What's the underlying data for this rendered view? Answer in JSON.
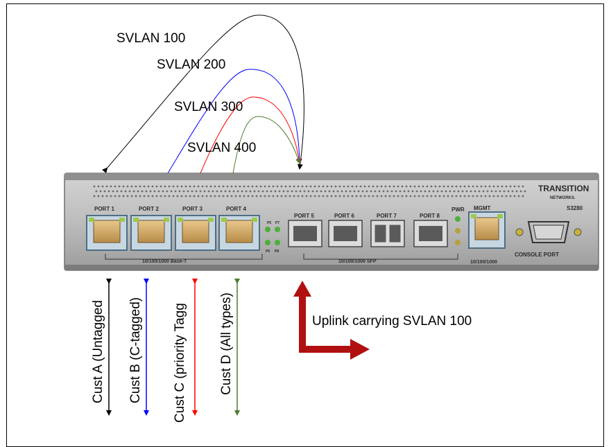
{
  "svlan_labels": [
    "SVLAN 100",
    "SVLAN 200",
    "SVLAN 300",
    "SVLAN 400"
  ],
  "device": {
    "brand": "TRANSITION",
    "brand_sub": "NETWORKS.",
    "model": "S3280",
    "ports": [
      "PORT 1",
      "PORT 2",
      "PORT 3",
      "PORT 4",
      "PORT 5",
      "PORT 6",
      "PORT 7",
      "PORT 8"
    ],
    "mgmt_label": "MGMT",
    "pwr_label": "PWR",
    "copper_group_label": "10/100/1000 Base-T",
    "sfp_group_label": "10/100/1000 SFP",
    "mgmt_speed_label": "10/100/1000",
    "console_label": "CONSOLE PORT",
    "led_labels": [
      "P5",
      "P7",
      "P6",
      "P8"
    ]
  },
  "customers": [
    "Cust A (Untagged",
    "Cust B (C-tagged)",
    "Cust C (priority Tagg",
    "Cust D (All types)"
  ],
  "uplink_label": "Uplink carrying SVLAN 100",
  "colors": {
    "svlan100": "#000000",
    "svlan200": "#0000ff",
    "svlan300": "#ff0000",
    "svlan400": "#4f7b2d",
    "uplink_arrow": "#b01010",
    "chassis": "#b9b9b9"
  }
}
